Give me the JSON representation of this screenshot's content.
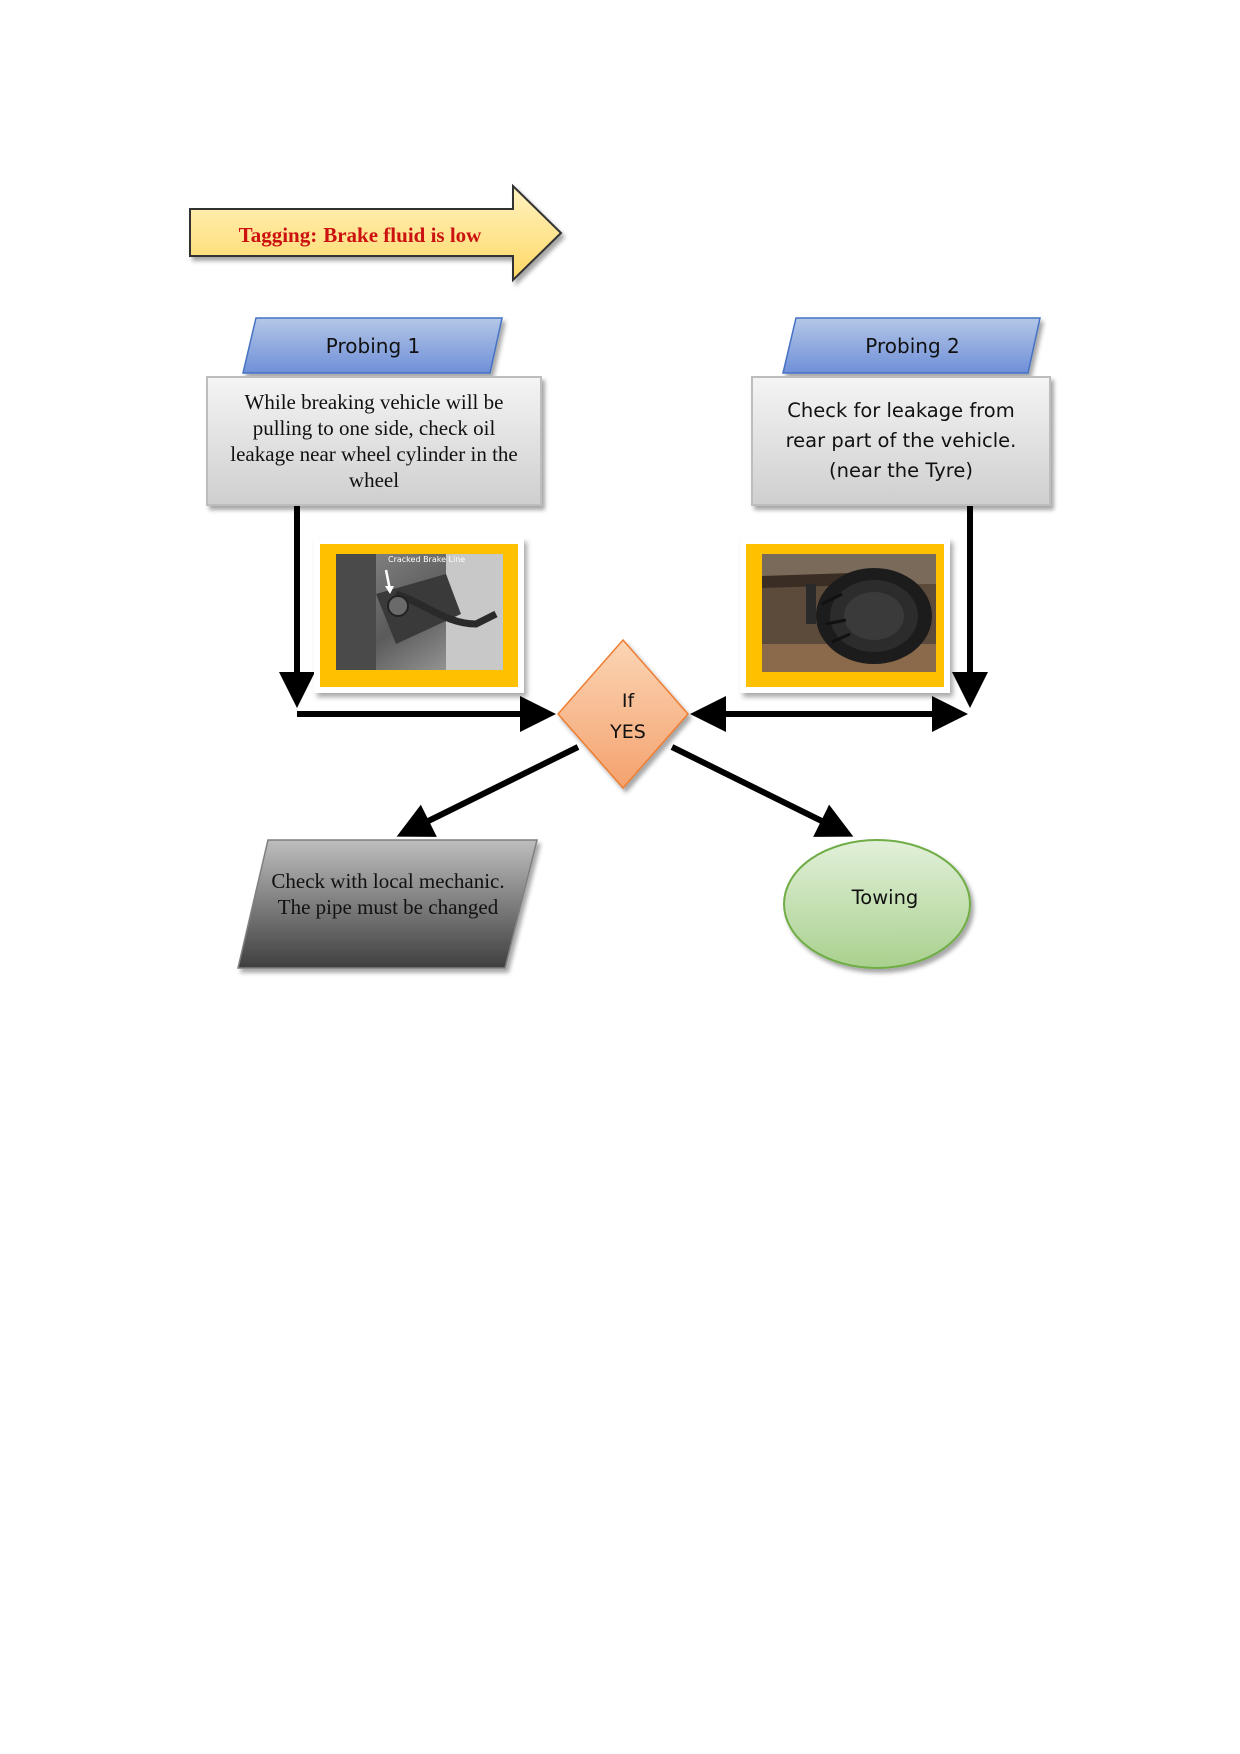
{
  "tag": {
    "prefix": "Tagging:",
    "text": "Brake fluid is low"
  },
  "probing": [
    {
      "header": "Probing 1",
      "description": "While breaking vehicle will be pulling to one side, check oil leakage near wheel cylinder in the wheel",
      "photo_caption": "Cracked Brake Line"
    },
    {
      "header": "Probing 2",
      "description": "Check for leakage from rear part of the vehicle. (near the Tyre)"
    }
  ],
  "decision": {
    "line1": "If",
    "line2": "YES"
  },
  "outcomes": {
    "left": "Check with local mechanic. The pipe must be changed",
    "right": "Towing"
  },
  "colors": {
    "tag_fill": "#ffe699",
    "tag_text": "#cc1111",
    "probe_header_fill": "#8faadc",
    "photo_border": "#ffc000",
    "decision_fill": "#f4b183",
    "towing_fill": "#c5e0b4"
  }
}
